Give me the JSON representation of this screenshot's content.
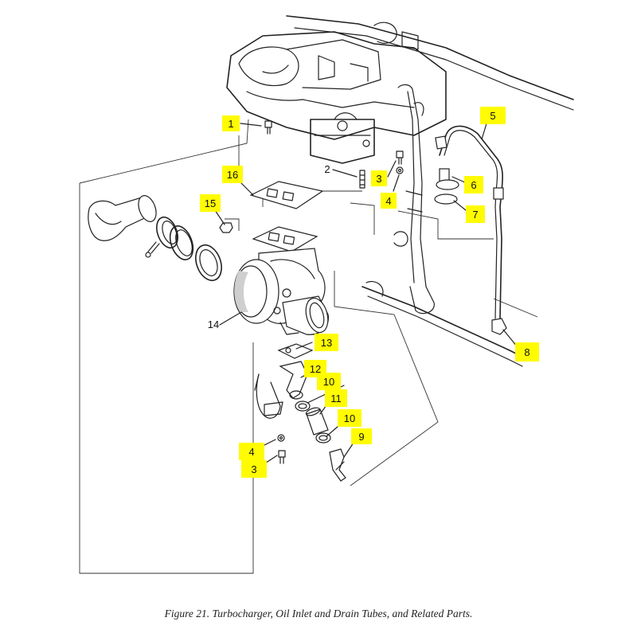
{
  "figure": {
    "caption": "Figure 21.  Turbocharger, Oil Inlet and Drain Tubes, and Related Parts."
  },
  "colors": {
    "highlight": "#fffb00",
    "ink": "#222222"
  },
  "callouts": [
    {
      "id": "c1",
      "number": "1",
      "highlighted": true
    },
    {
      "id": "c2",
      "number": "2",
      "highlighted": false
    },
    {
      "id": "c3a",
      "number": "3",
      "highlighted": true
    },
    {
      "id": "c4a",
      "number": "4",
      "highlighted": true
    },
    {
      "id": "c5",
      "number": "5",
      "highlighted": true
    },
    {
      "id": "c6",
      "number": "6",
      "highlighted": true
    },
    {
      "id": "c7",
      "number": "7",
      "highlighted": true
    },
    {
      "id": "c8",
      "number": "8",
      "highlighted": true
    },
    {
      "id": "c9",
      "number": "9",
      "highlighted": true
    },
    {
      "id": "c10a",
      "number": "10",
      "highlighted": true
    },
    {
      "id": "c10b",
      "number": "10",
      "highlighted": true
    },
    {
      "id": "c11",
      "number": "11",
      "highlighted": true
    },
    {
      "id": "c12",
      "number": "12",
      "highlighted": true
    },
    {
      "id": "c13",
      "number": "13",
      "highlighted": true
    },
    {
      "id": "c14",
      "number": "14",
      "highlighted": false
    },
    {
      "id": "c15",
      "number": "15",
      "highlighted": true
    },
    {
      "id": "c16",
      "number": "16",
      "highlighted": true
    },
    {
      "id": "c4b",
      "number": "4",
      "highlighted": true
    },
    {
      "id": "c3b",
      "number": "3",
      "highlighted": true
    }
  ]
}
